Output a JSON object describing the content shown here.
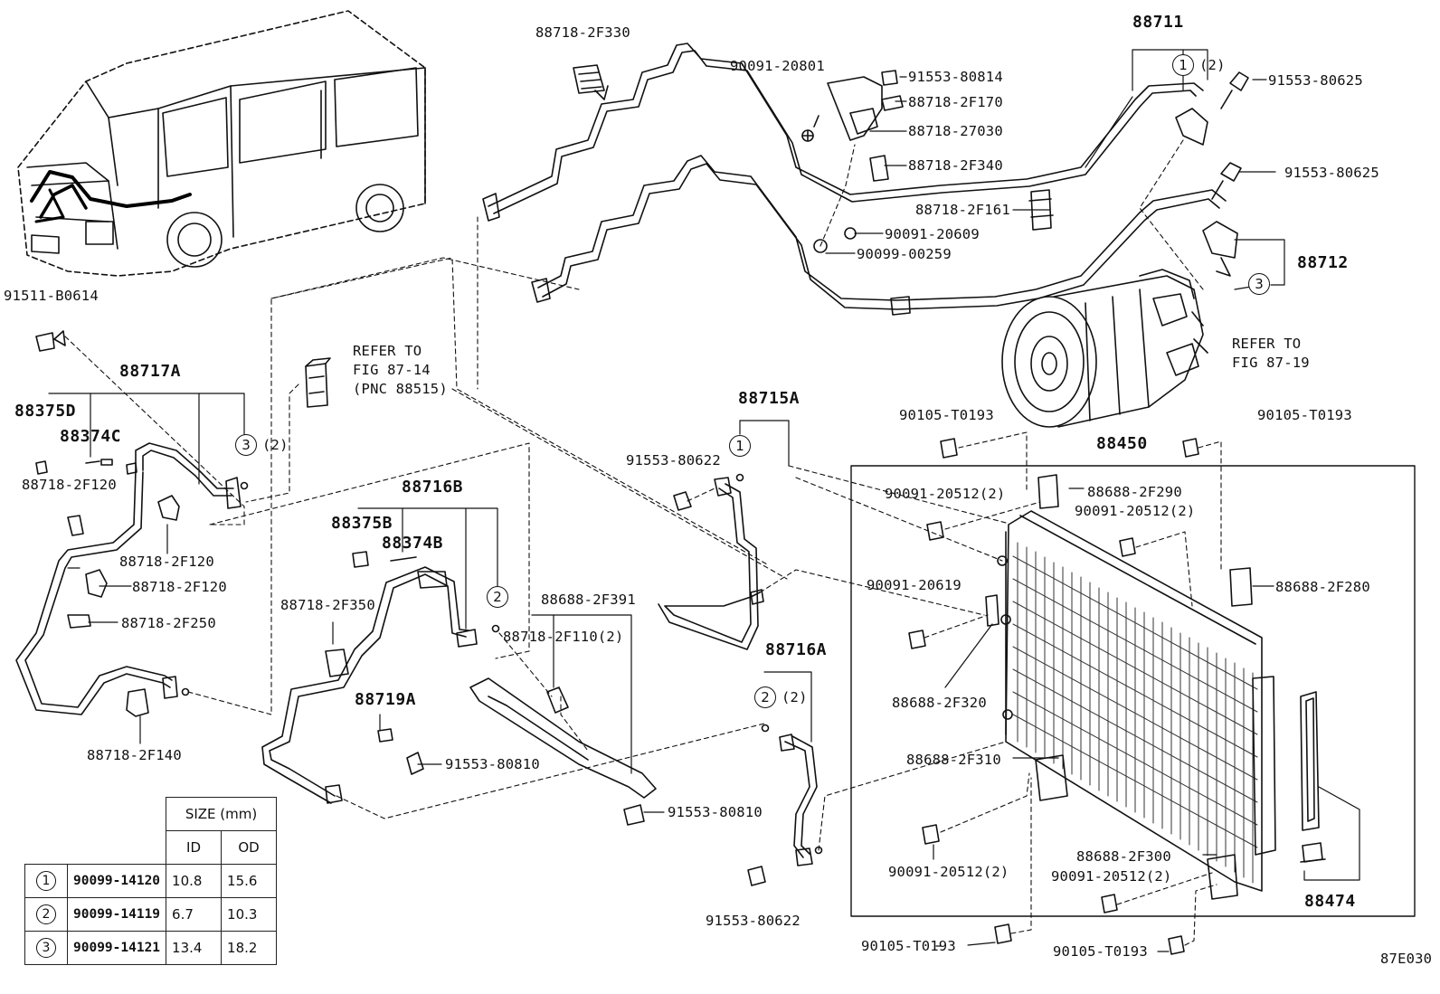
{
  "diagram": {
    "fig_code": "87E030",
    "labels": {
      "p88718_2F330": "88718-2F330",
      "p90091_20801": "90091-20801",
      "p91553_80814": "91553-80814",
      "p88718_2F170": "88718-2F170",
      "p88718_27030": "88718-27030",
      "p88718_2F340": "88718-2F340",
      "p88711": "88711",
      "p91553_80625a": "91553-80625",
      "p91553_80625b": "91553-80625",
      "p88718_2F161": "88718-2F161",
      "p90091_20609": "90091-20609",
      "p90099_00259": "90099-00259",
      "p88712": "88712",
      "p91511_B0614": "91511-B0614",
      "p88717A": "88717A",
      "p88375D": "88375D",
      "p88374C": "88374C",
      "p88718_2F120a": "88718-2F120",
      "p88718_2F120b": "88718-2F120",
      "p88718_2F120c": "88718-2F120",
      "p88718_2F250": "88718-2F250",
      "p88718_2F140": "88718-2F140",
      "refer1_line1": "REFER TO",
      "refer1_line2": "FIG 87-14",
      "refer1_line3": "(PNC 88515)",
      "refer2_line1": "REFER TO",
      "refer2_line2": "FIG 87-19",
      "p88716B": "88716B",
      "p88375B": "88375B",
      "p88374B": "88374B",
      "p88718_2F350": "88718-2F350",
      "p88719A": "88719A",
      "p91553_80810a": "91553-80810",
      "p91553_80810b": "91553-80810",
      "p88688_2F391": "88688-2F391",
      "p88718_2F110": "88718-2F110(2)",
      "p88715A": "88715A",
      "p91553_80622a": "91553-80622",
      "p91553_80622b": "91553-80622",
      "p88716A": "88716A",
      "p90105_T0193a": "90105-T0193",
      "p90105_T0193b": "90105-T0193",
      "p90105_T0193c": "90105-T0193",
      "p90105_T0193d": "90105-T0193",
      "p88450": "88450",
      "p90091_20512a": "90091-20512(2)",
      "p90091_20512b": "90091-20512(2)",
      "p90091_20512c": "90091-20512(2)",
      "p90091_20512d": "90091-20512(2)",
      "p88688_2F290": "88688-2F290",
      "p88688_2F280": "88688-2F280",
      "p90091_20619": "90091-20619",
      "p88688_2F320": "88688-2F320",
      "p88688_2F310": "88688-2F310",
      "p88688_2F300": "88688-2F300",
      "p88474": "88474"
    },
    "qty": {
      "q1": "(2)",
      "q2": "(2)",
      "q3": "(2)"
    },
    "circle_marks": {
      "one": "1",
      "two": "2",
      "three": "3"
    }
  },
  "size_table": {
    "header": "SIZE (mm)",
    "col_id": "ID",
    "col_od": "OD",
    "rows": [
      {
        "mark": "1",
        "part": "90099-14120",
        "id": "10.8",
        "od": "15.6"
      },
      {
        "mark": "2",
        "part": "90099-14119",
        "id": "6.7",
        "od": "10.3"
      },
      {
        "mark": "3",
        "part": "90099-14121",
        "id": "13.4",
        "od": "18.2"
      }
    ]
  }
}
